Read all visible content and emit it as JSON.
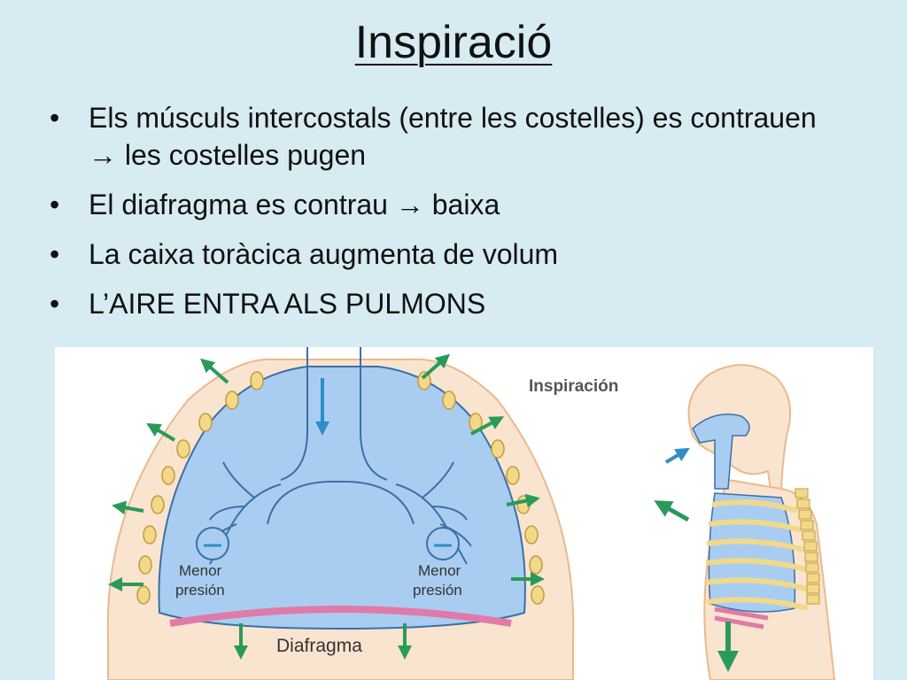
{
  "slide": {
    "title": "Inspiració",
    "bullets": [
      {
        "pre": "Els músculs intercostals (entre les costelles) es contrauen",
        "arrow": "→",
        "post": " les costelles pugen"
      },
      {
        "pre": "El diafragma es contrau",
        "arrow": "→",
        "post": " baixa"
      },
      {
        "pre": "La caixa toràcica augmenta de volum",
        "arrow": "",
        "post": ""
      },
      {
        "pre": "L’AIRE ENTRA ALS PULMONS",
        "arrow": "",
        "post": ""
      }
    ]
  },
  "figure": {
    "label_left_pressure_1": "Menor",
    "label_left_pressure_2": "presión",
    "label_right_pressure_1": "Menor",
    "label_right_pressure_2": "presión",
    "label_diaphragm": "Diafragma",
    "label_inspiration": "Inspiración"
  },
  "colors": {
    "background": "#d6ebf2",
    "lung_fill": "#a9cdf0",
    "chest_wall": "#f9e4cf",
    "rib": "#f2d98a",
    "diaphragm": "#e07aa8",
    "arrow_green": "#2a9a5a",
    "arrow_blue": "#2c8ec9"
  }
}
